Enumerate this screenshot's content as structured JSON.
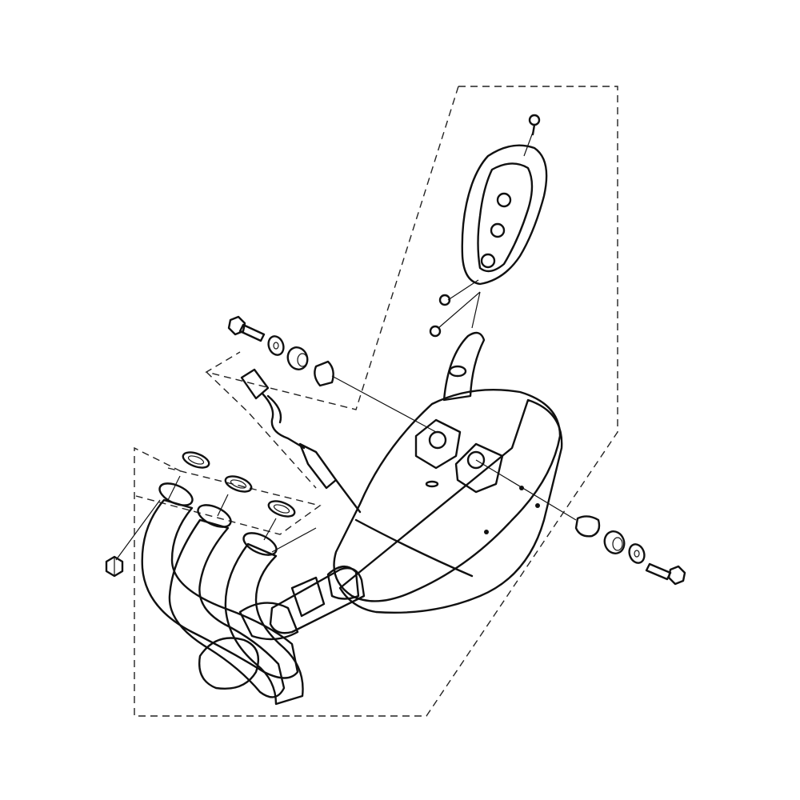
{
  "colors": {
    "background": "#ffffff",
    "outline": "#111111",
    "muffler_light": "#c8c8c8",
    "muffler_dark": "#5a5a5a",
    "pipe": "#bdbdbd",
    "cover": "#3a3a3a",
    "rubber": "#7a7a7a"
  },
  "parts": [
    {
      "name": "heat-shield-cover",
      "icon": "heat-shield-icon"
    },
    {
      "name": "heat-shield-screws",
      "icon": "screw-icon"
    },
    {
      "name": "muffler",
      "icon": "muffler-icon"
    },
    {
      "name": "mounting-bolt-left",
      "icon": "bolt-icon"
    },
    {
      "name": "mounting-bolt-right",
      "icon": "bolt-icon"
    },
    {
      "name": "grommets-and-washers",
      "icon": "washer-icon"
    },
    {
      "name": "o2-sensor",
      "icon": "sensor-icon"
    },
    {
      "name": "exhaust-gaskets",
      "icon": "gasket-icon"
    },
    {
      "name": "header-pipes",
      "icon": "header-pipe-icon"
    },
    {
      "name": "flange-nut",
      "icon": "nut-icon"
    }
  ]
}
